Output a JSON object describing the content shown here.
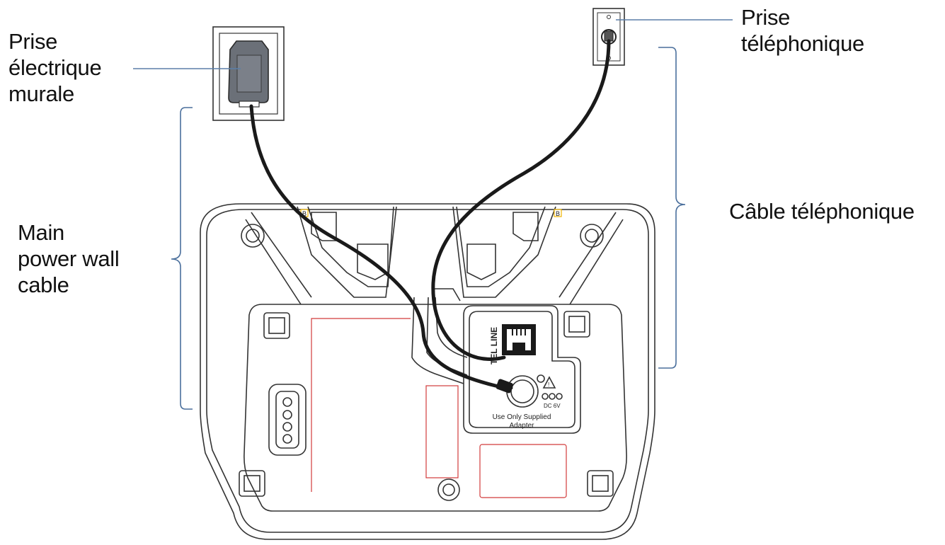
{
  "labels": {
    "wall_outlet": [
      "Prise",
      "électrique",
      "murale"
    ],
    "phone_jack": [
      "Prise",
      "téléphonique"
    ],
    "phone_cable": [
      "Câble téléphonique"
    ],
    "power_cable": [
      "Main",
      "power wall",
      "cable"
    ]
  },
  "device": {
    "tel_line_text": "TEL LINE",
    "adapter_note_line1": "Use Only Supplied",
    "adapter_note_line2": "Adapter",
    "dc_text": "DC 6V",
    "battery_mark_left": "B",
    "battery_mark_right": "B"
  },
  "colors": {
    "leader_line": "#5b7fa8",
    "bracket": "#4a6f9c",
    "cable": "#1a1a1a",
    "outline": "#333333",
    "adapter_fill": "#6b7078",
    "label_box_red": "#d23b3b",
    "battery_mark": "#f0b400"
  }
}
